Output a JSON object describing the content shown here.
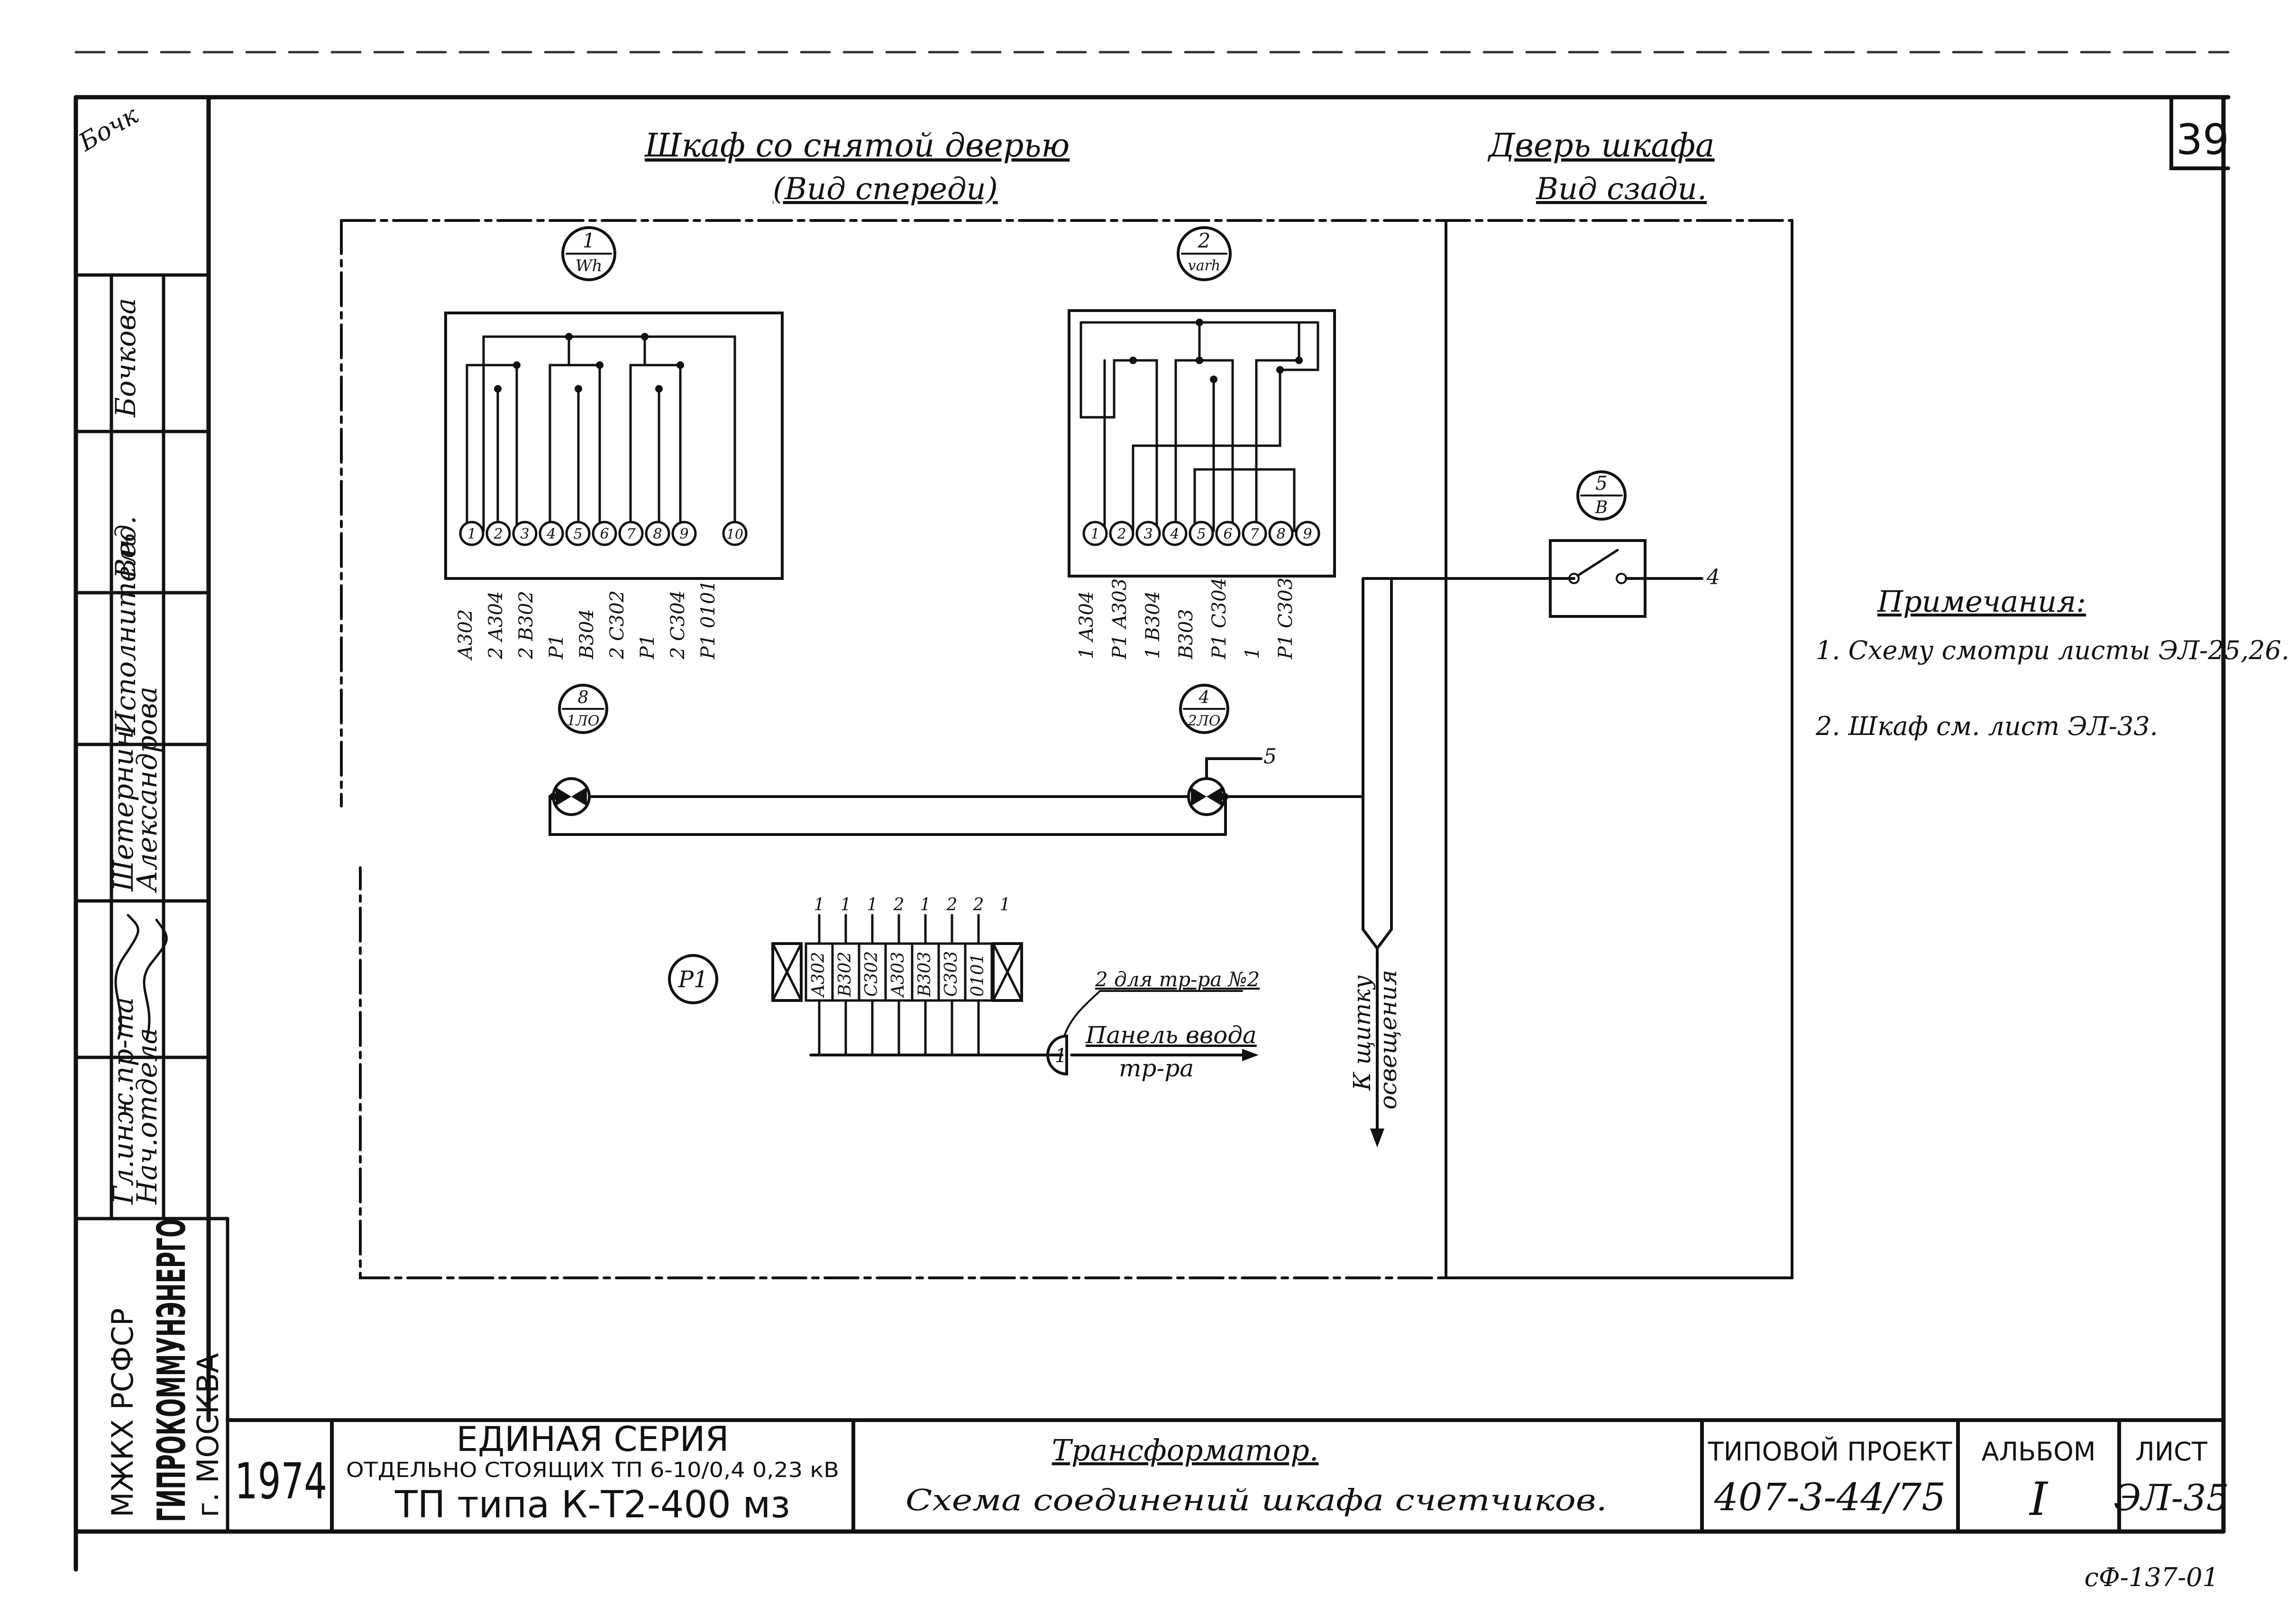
{
  "sheet_number_corner": "39",
  "cabinet": {
    "front_title": "Шкаф со снятой дверью",
    "front_subtitle": "(Вид спереди)",
    "door_title": "Дверь шкафа",
    "door_subtitle": "Вид сзади."
  },
  "devices": {
    "meter1": {
      "number": "1",
      "code": "Wh"
    },
    "meter2": {
      "number": "2",
      "code": "varh"
    },
    "switch": {
      "number": "5",
      "code": "B",
      "terminal": "4"
    },
    "lamp1": {
      "number": "8",
      "code": "1ЛО"
    },
    "lamp2": {
      "number": "4",
      "code": "2ЛО",
      "terminal": "5"
    },
    "block": {
      "code": "P1"
    },
    "panel": {
      "number": "1"
    }
  },
  "meter1_terminals": [
    "1",
    "2",
    "3",
    "4",
    "5",
    "6",
    "7",
    "8",
    "9",
    "10"
  ],
  "meter1_wires": [
    "A302",
    "2 A304",
    "2 B302",
    "P1",
    "B304",
    "2 C302",
    "P1",
    "2 C304",
    "P1 0101"
  ],
  "meter2_terminals": [
    "1",
    "2",
    "3",
    "4",
    "5",
    "6",
    "7",
    "8",
    "9"
  ],
  "meter2_wires": [
    "1 A304",
    "P1 A303",
    "1 B304",
    "B303",
    "P1 C304",
    "1",
    "P1 C303"
  ],
  "terminal_block": {
    "top_numbers": [
      "1",
      "1",
      "1",
      "2",
      "1",
      "2",
      "2",
      "1"
    ],
    "labels": [
      "A302",
      "B302",
      "C302",
      "A303",
      "B303",
      "C303",
      "0101"
    ]
  },
  "annotations": {
    "transformer_note": "2 для тр-ра №2",
    "panel_label_1": "Панель ввода",
    "panel_label_2": "тр-ра",
    "lighting_1": "К щитку",
    "lighting_2": "освещения"
  },
  "notes": {
    "title": "Примечания:",
    "items": [
      "1. Схему смотри листы ЭЛ-25,26.",
      "2. Шкаф см. лист ЭЛ-33."
    ]
  },
  "left_stamp": {
    "org_1": "МЖКХ РСФСР",
    "org_2": "ГИПРОКОММУНЭНЕРГО",
    "org_3": "г. МОСКВА",
    "roles": [
      "Гл.инж.пр-та",
      "Нач.отдела",
      "",
      "Шетернин",
      "Исполнитель",
      "Вед.",
      "Бочкова"
    ],
    "names": [
      "Александрова"
    ]
  },
  "title_block": {
    "year": "1974",
    "series_1": "ЕДИНАЯ СЕРИЯ",
    "series_2": "ОТДЕЛЬНО СТОЯЩИХ ТП 6-10/0,4 0,23 кВ",
    "series_3": "ТП типа К-Т2-400 мз",
    "subject_1": "Трансформатор.",
    "subject_2": "Схема соединений шкафа счетчиков.",
    "project_label": "ТИПОВОЙ ПРОЕКТ",
    "project_value": "407-3-44/75",
    "album_label": "АЛЬБОМ",
    "album_value": "I",
    "sheet_label": "ЛИСТ",
    "sheet_value": "ЭЛ-35"
  },
  "footer_code": "сФ-137-01",
  "margin_signature": "Бочк"
}
